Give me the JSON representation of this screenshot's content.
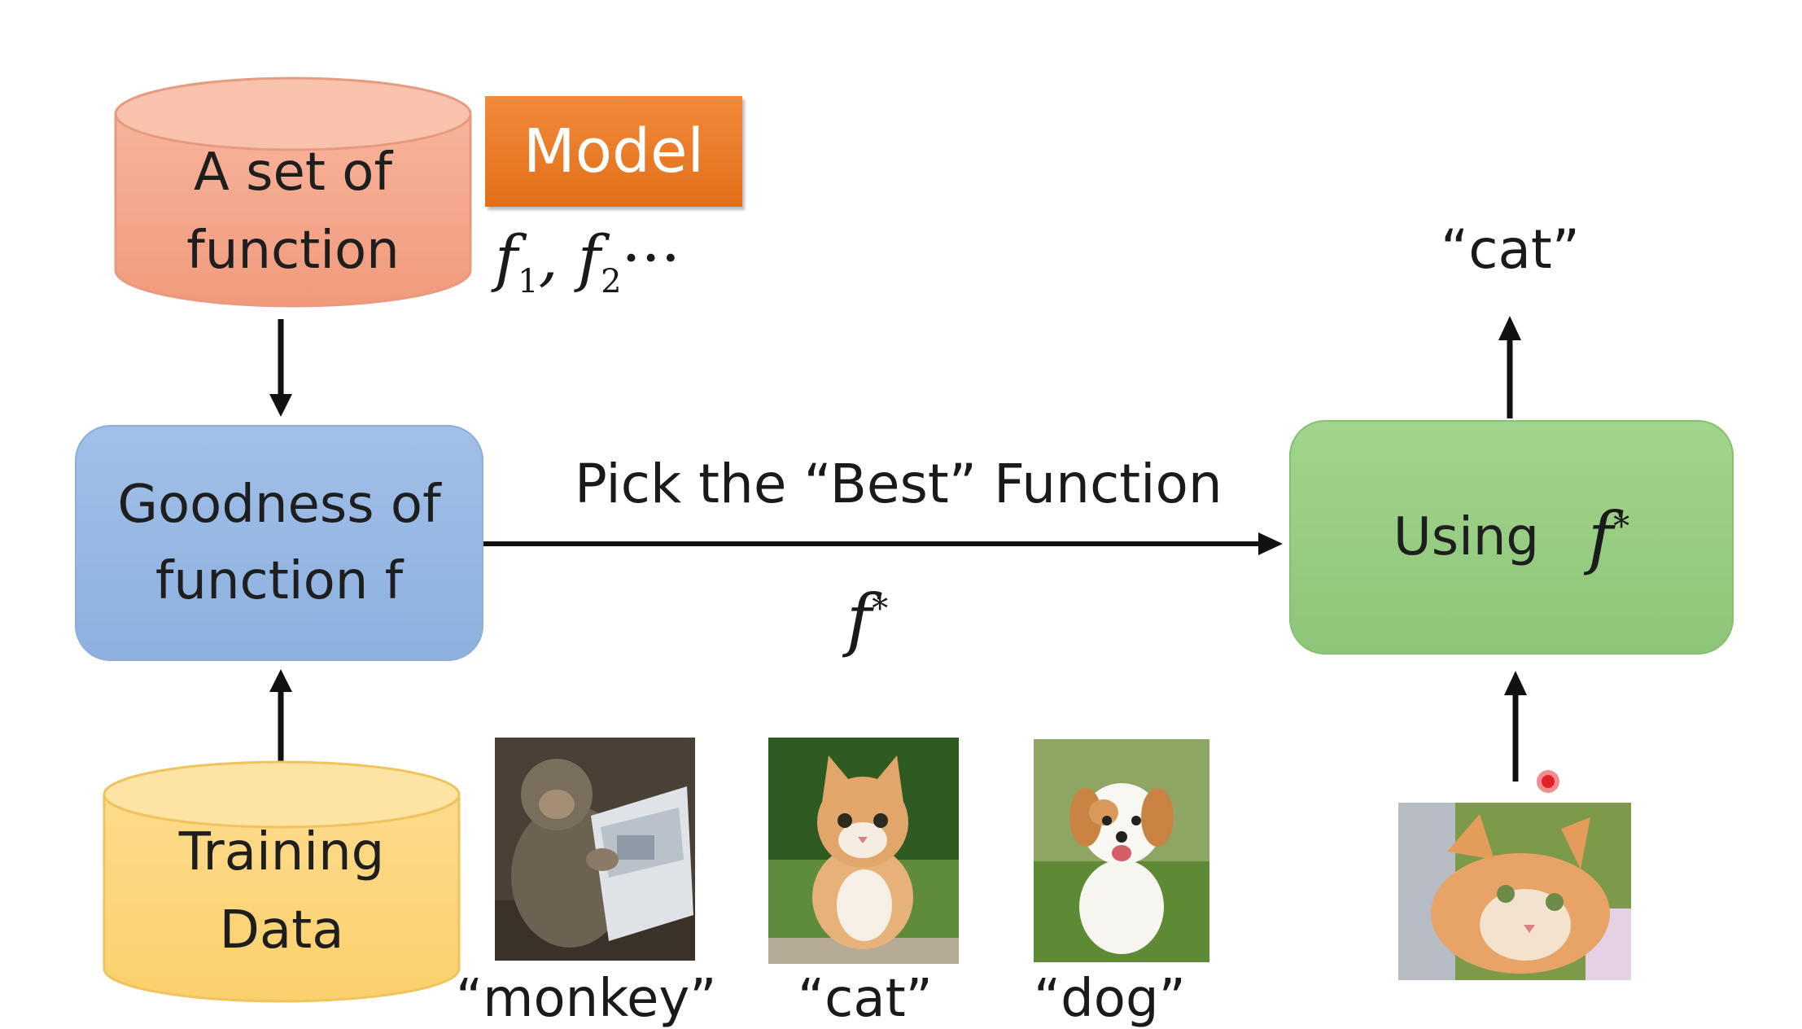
{
  "diagram": {
    "function_set": {
      "line1": "A set of",
      "line2": "function"
    },
    "model_badge": "Model",
    "functions_math": {
      "f": "f",
      "sub1": "1",
      "sep": ", ",
      "sub2": "2",
      "ellipsis": "···"
    },
    "goodness": {
      "line1": "Goodness of",
      "line2": "function f"
    },
    "pick_label": "Pick the “Best” Function",
    "fstar": {
      "f": "f",
      "star": "*"
    },
    "using": {
      "word": "Using",
      "f": "f",
      "star": "*"
    },
    "output_label": "“cat”",
    "training_data": {
      "line1": "Training",
      "line2": "Data"
    },
    "photo_captions": [
      "“monkey”",
      "“cat”",
      "“dog”"
    ]
  },
  "colors": {
    "function_set_fill": "#f4a58a",
    "model_fill": "#e8782a",
    "goodness_fill": "#93b6e2",
    "using_fill": "#97cc83",
    "training_fill": "#fcd77e",
    "arrow": "#111111",
    "pointer_dot": "#e0202a"
  },
  "icons": [
    "monkey-photo",
    "kitten-photo",
    "puppy-photo",
    "lying-cat-photo",
    "pointer-dot-icon"
  ]
}
